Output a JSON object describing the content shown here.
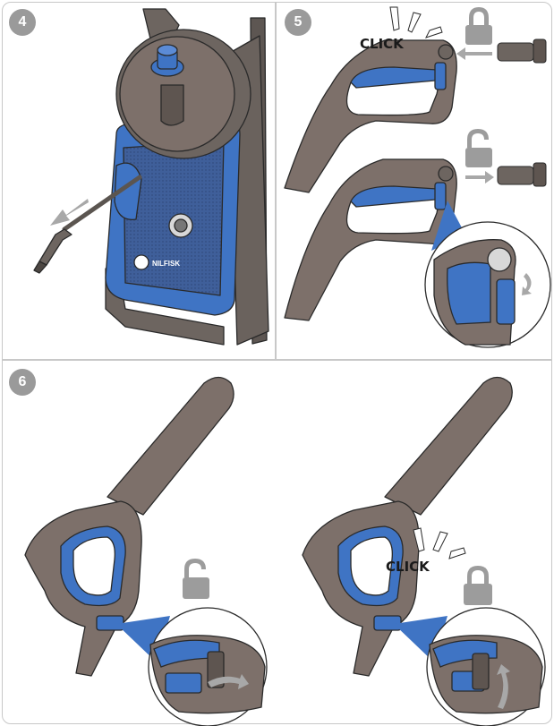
{
  "steps": {
    "step4": "4",
    "step5": "5",
    "step6": "6"
  },
  "labels": {
    "click_5": "CLICK",
    "click_6": "CLICK",
    "brand_mark": "NILFISK"
  },
  "colors": {
    "accent_blue": "#3f74c4",
    "gun_grey": "#7d706a",
    "outline": "#2a2a2a",
    "badge_grey": "#9a9a9a",
    "lock_grey": "#9c9c9c",
    "arrow_grey": "#a8a8a8"
  }
}
